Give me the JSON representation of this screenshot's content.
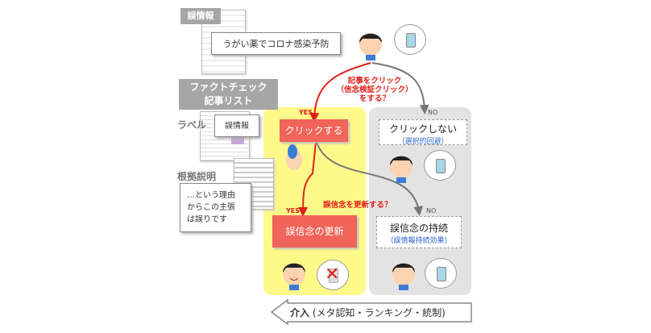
{
  "misinfo": {
    "label": "誤情報",
    "bubble": "うがい薬でコロナ感染予防"
  },
  "factcheck": {
    "label_line1": "ファクトチェック",
    "label_line2": "記事リスト"
  },
  "label_section": {
    "label": "ラベル",
    "bubble": "誤情報"
  },
  "evidence": {
    "label": "根拠説明",
    "bubble_lines": [
      "…という理由",
      "からこの主張",
      "は誤りです"
    ]
  },
  "question1": {
    "lines": [
      "記事をクリック",
      "（信念検証クリック）",
      "をする？"
    ]
  },
  "question2": "誤信念を更新する？",
  "yes1": "YES",
  "no1": "NO",
  "yes2": "YES",
  "no2": "NO",
  "click": {
    "label": "クリックする"
  },
  "noclick": {
    "label": "クリックしない",
    "sub": "（選択的回避）"
  },
  "update": {
    "label": "誤信念の更新"
  },
  "persist": {
    "label": "誤信念の持続",
    "sub": "（誤情報持続効果）"
  },
  "intervention": {
    "bold": "介入",
    "rest": " (メタ認知・ランキング・統制)"
  },
  "colors": {
    "red": "#f0645a",
    "yellow": "#fff98a",
    "gray": "#e3e3e3",
    "arrow_red": "#e0201a",
    "arrow_gray": "#777777"
  }
}
